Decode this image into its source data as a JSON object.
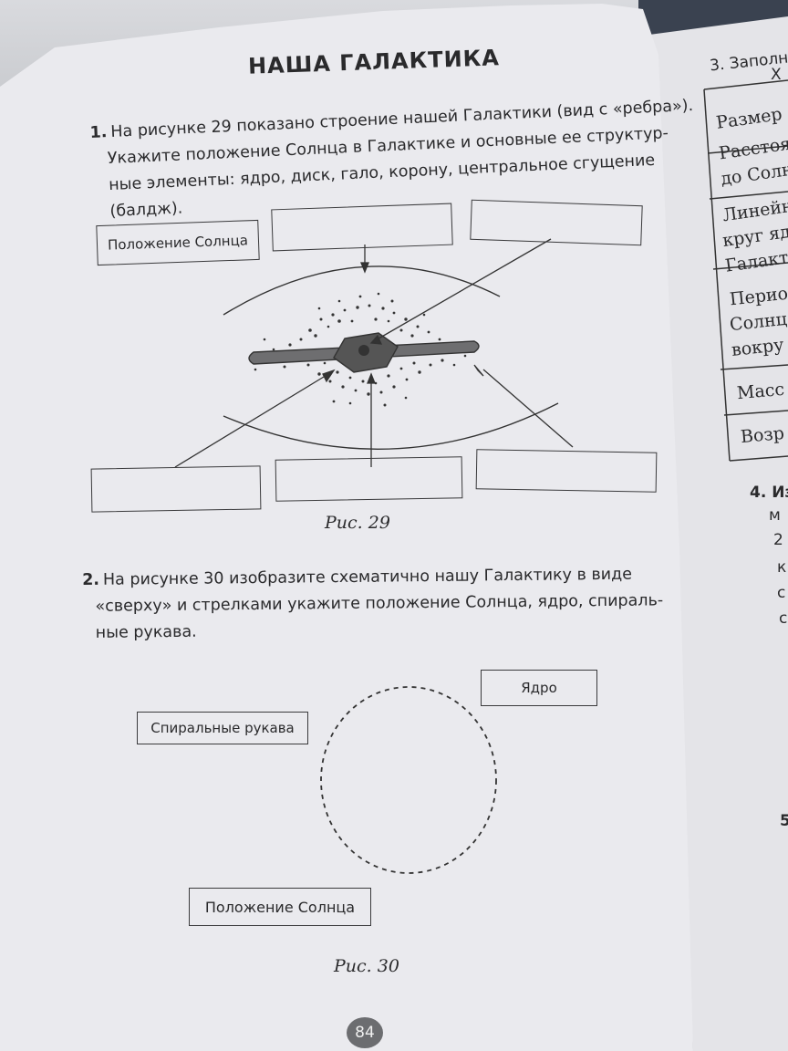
{
  "title": "НАША ГАЛАКТИКА",
  "q1": {
    "number": "1.",
    "lines": [
      "На рисунке 29 показано строение нашей Галактики (вид с «ребра»).",
      "Укажите положение Солнца в Галактике и основные ее структур-",
      "ные элементы: ядро, диск, гало, корону, центральное сгущение",
      "(балдж)."
    ],
    "label_sun": "Положение Солнца",
    "caption": "Рис. 29"
  },
  "q2": {
    "number": "2.",
    "lines": [
      "На рисунке 30 изобразите схематично нашу Галактику в виде",
      "«сверху» и стрелками укажите положение Солнца, ядро, спираль-",
      "ные рукава."
    ],
    "label_core": "Ядро",
    "label_arms": "Спиральные рукава",
    "label_sun": "Положение Солнца",
    "caption": "Рис. 30"
  },
  "page_number": "84",
  "right_page": {
    "task_header": "3. Заполн",
    "col_header": "Х",
    "rows": [
      "Размер (",
      "Расстоя",
      "до Солн",
      "Линейн",
      "круг яд",
      "Галакт",
      "Перио",
      "Солнц",
      "вокру",
      "Масс",
      "Возр"
    ],
    "task4": "4. Из",
    "fragments": [
      "м",
      "2",
      "к",
      "с",
      "с",
      "5"
    ]
  }
}
